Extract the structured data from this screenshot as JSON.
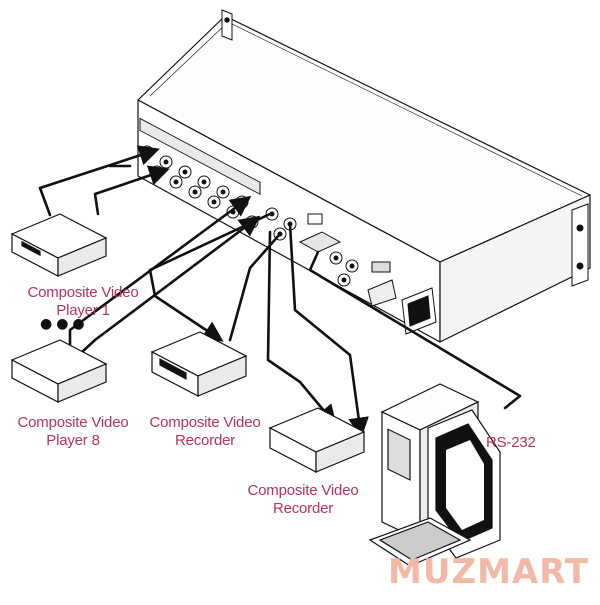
{
  "labels": {
    "player1": [
      "Composite Video",
      "Player 1"
    ],
    "player8": [
      "Composite Video",
      "Player 8"
    ],
    "recorder_a": [
      "Composite Video",
      "Recorder"
    ],
    "recorder_b": [
      "Composite Video",
      "Recorder"
    ],
    "rs232": "RS-232",
    "dots": "●●●"
  },
  "watermark": "MUZMART",
  "colors": {
    "label": "#b8325e",
    "line": "#111111",
    "watermark": "#f2b9a6"
  }
}
